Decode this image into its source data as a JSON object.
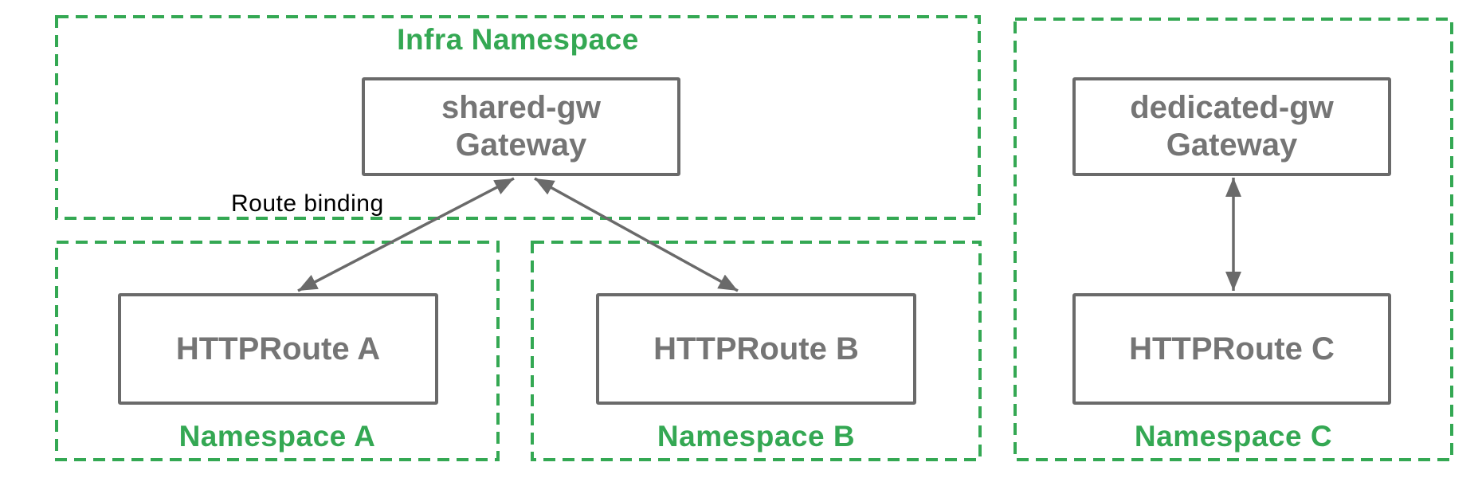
{
  "colors": {
    "namespace_border_green": "#34A853",
    "namespace_label_green": "#34A853",
    "node_border_gray": "#6A6A6A",
    "node_text_gray": "#757575",
    "arrow_gray": "#6A6A6A",
    "edge_label_black": "#000000",
    "background": "#FFFFFF"
  },
  "infra_namespace": {
    "title": "Infra Namespace",
    "gateway": {
      "name": "shared-gw",
      "kind": "Gateway"
    }
  },
  "namespace_a": {
    "title": "Namespace A",
    "route": {
      "name": "HTTPRoute A"
    }
  },
  "namespace_b": {
    "title": "Namespace B",
    "route": {
      "name": "HTTPRoute B"
    }
  },
  "namespace_c": {
    "title": "Namespace C",
    "gateway": {
      "name": "dedicated-gw",
      "kind": "Gateway"
    },
    "route": {
      "name": "HTTPRoute C"
    }
  },
  "annotations": {
    "route_binding": "Route binding"
  }
}
